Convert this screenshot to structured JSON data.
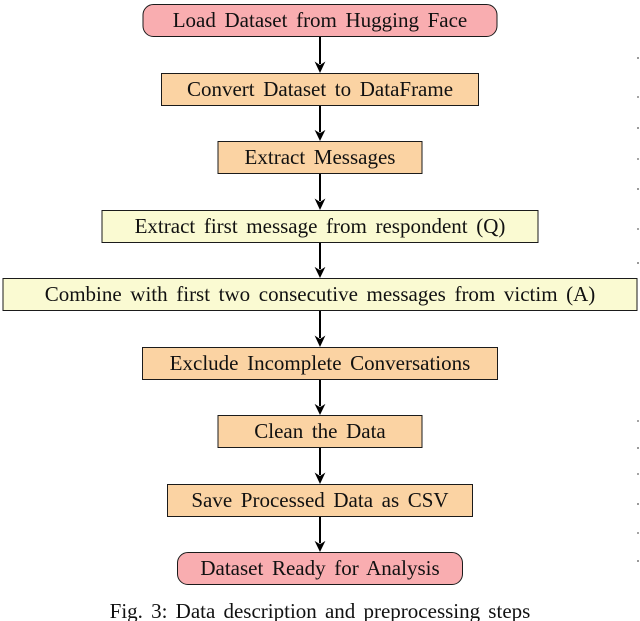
{
  "figure": {
    "caption": "Fig. 3: Data description and preprocessing steps",
    "colors": {
      "terminal_fill": "#f9adb0",
      "process_fill": "#fbd3a3",
      "highlight_fill": "#fafad2",
      "border": "#1b1b1b",
      "arrow": "#000000",
      "background": "#ffffff",
      "text": "#111111"
    },
    "flowchart": {
      "direction": "top-to-bottom",
      "nodes": [
        {
          "label": "Load Dataset from Hugging Face",
          "type": "terminal-start",
          "fill": "#f9adb0"
        },
        {
          "label": "Convert Dataset to DataFrame",
          "type": "process",
          "fill": "#fbd3a3"
        },
        {
          "label": "Extract Messages",
          "type": "process",
          "fill": "#fbd3a3"
        },
        {
          "label": "Extract first message from respondent (Q)",
          "type": "highlight",
          "fill": "#fafad2"
        },
        {
          "label": "Combine with first two consecutive messages from victim (A)",
          "type": "highlight",
          "fill": "#fafad2"
        },
        {
          "label": "Exclude Incomplete Conversations",
          "type": "process",
          "fill": "#fbd3a3"
        },
        {
          "label": "Clean the Data",
          "type": "process",
          "fill": "#fbd3a3"
        },
        {
          "label": "Save Processed Data as CSV",
          "type": "process",
          "fill": "#fbd3a3"
        },
        {
          "label": "Dataset Ready for Analysis",
          "type": "terminal-end",
          "fill": "#f9adb0"
        }
      ],
      "connections": [
        {
          "from": 0,
          "to": 1
        },
        {
          "from": 1,
          "to": 2
        },
        {
          "from": 2,
          "to": 3
        },
        {
          "from": 3,
          "to": 4
        },
        {
          "from": 4,
          "to": 5
        },
        {
          "from": 5,
          "to": 6
        },
        {
          "from": 6,
          "to": 7
        },
        {
          "from": 7,
          "to": 8
        }
      ]
    }
  }
}
